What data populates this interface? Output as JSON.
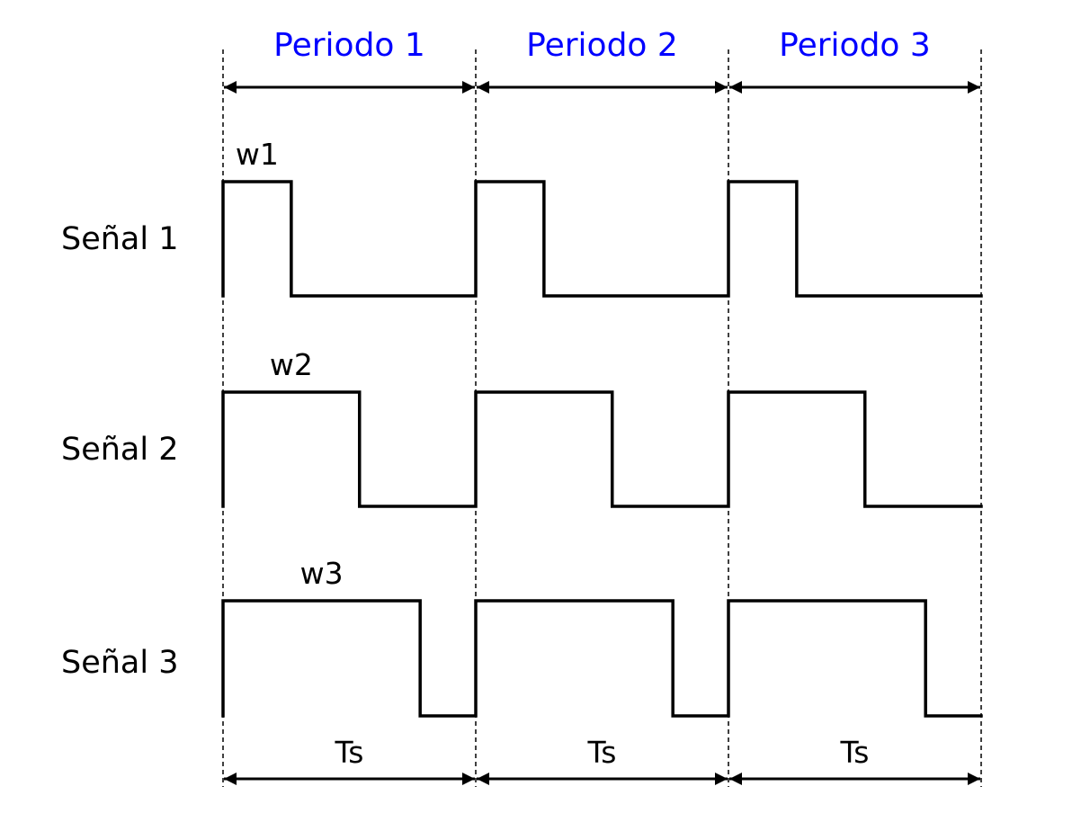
{
  "colors": {
    "period_label": "#0000ff",
    "ink": "#000000",
    "background": "#ffffff"
  },
  "periods": [
    {
      "label": "Periodo 1",
      "bottom_label": "Ts"
    },
    {
      "label": "Periodo 2",
      "bottom_label": "Ts"
    },
    {
      "label": "Periodo 3",
      "bottom_label": "Ts"
    }
  ],
  "signals": [
    {
      "name": "Señal 1",
      "width_label": "w1",
      "duty": 0.27
    },
    {
      "name": "Señal 2",
      "width_label": "w2",
      "duty": 0.54
    },
    {
      "name": "Señal 3",
      "width_label": "w3",
      "duty": 0.78
    }
  ]
}
